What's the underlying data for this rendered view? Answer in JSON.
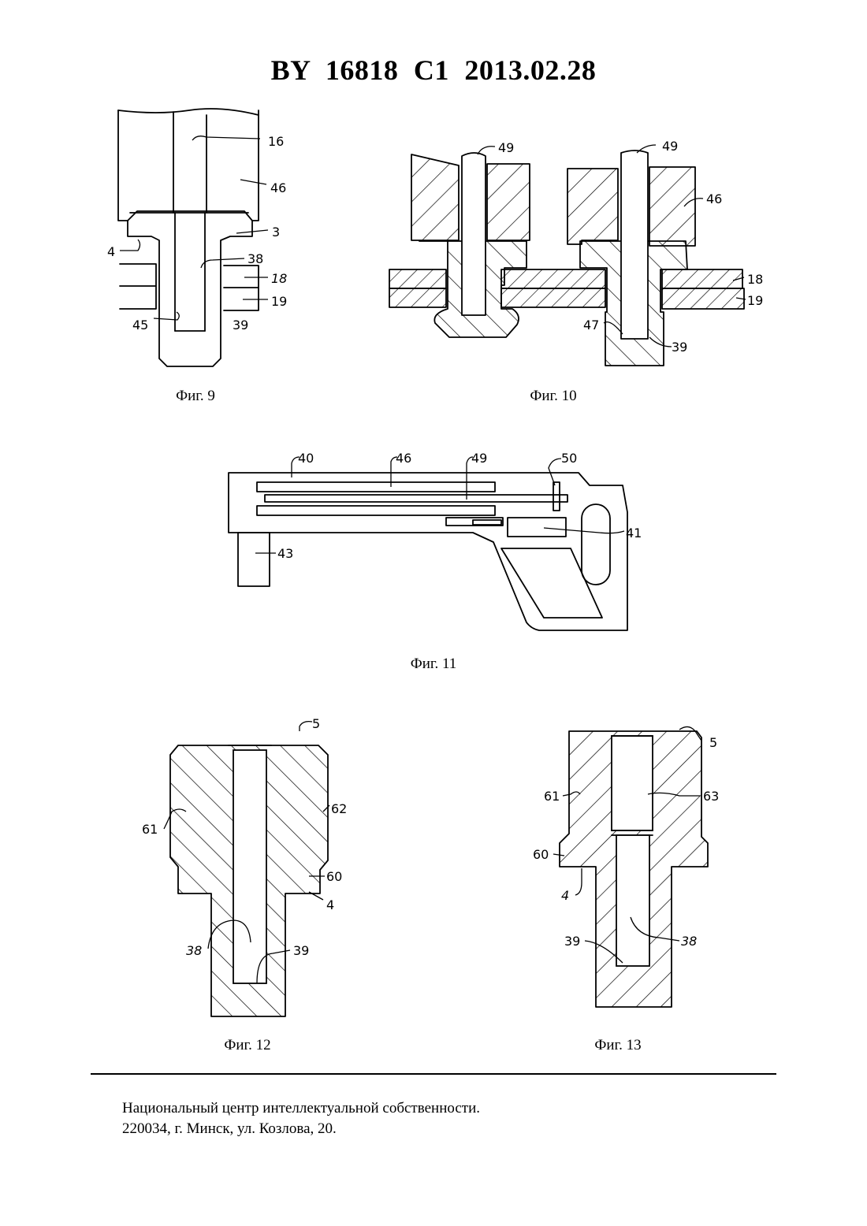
{
  "header": {
    "patent_id": "BY 16818 C1 2013.02.28"
  },
  "figures": {
    "fig9": {
      "caption": "Фиг. 9",
      "labels": {
        "l16": "16",
        "l46": "46",
        "l3": "3",
        "l4": "4",
        "l38": "38",
        "l18": "18",
        "l19": "19",
        "l45": "45",
        "l39": "39"
      }
    },
    "fig10": {
      "caption": "Фиг. 10",
      "labels": {
        "l49a": "49",
        "l49b": "49",
        "l46": "46",
        "l18": "18",
        "l19": "19",
        "l47": "47",
        "l39": "39"
      }
    },
    "fig11": {
      "caption": "Фиг. 11",
      "labels": {
        "l40": "40",
        "l46": "46",
        "l49": "49",
        "l50": "50",
        "l41": "41",
        "l43": "43"
      }
    },
    "fig12": {
      "caption": "Фиг. 12",
      "labels": {
        "l5": "5",
        "l61": "61",
        "l62": "62",
        "l60": "60",
        "l4": "4",
        "l38": "38",
        "l39": "39"
      }
    },
    "fig13": {
      "caption": "Фиг. 13",
      "labels": {
        "l5": "5",
        "l61": "61",
        "l63": "63",
        "l60": "60",
        "l4": "4",
        "l39": "39",
        "l38": "38"
      }
    }
  },
  "footer": {
    "line1": "Национальный центр интеллектуальной собственности.",
    "line2": "220034, г. Минск, ул. Козлова, 20."
  }
}
